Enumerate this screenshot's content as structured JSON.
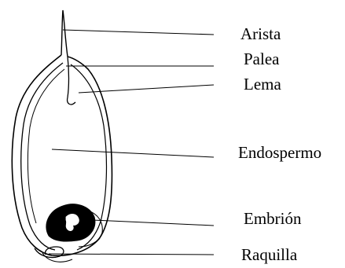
{
  "labels": {
    "arista": "Arista",
    "palea": "Palea",
    "lema": "Lema",
    "endospermo": "Endospermo",
    "embrion": "Embrión",
    "raquilla": "Raquilla"
  },
  "colors": {
    "ink": "#000000",
    "background": "#ffffff"
  }
}
